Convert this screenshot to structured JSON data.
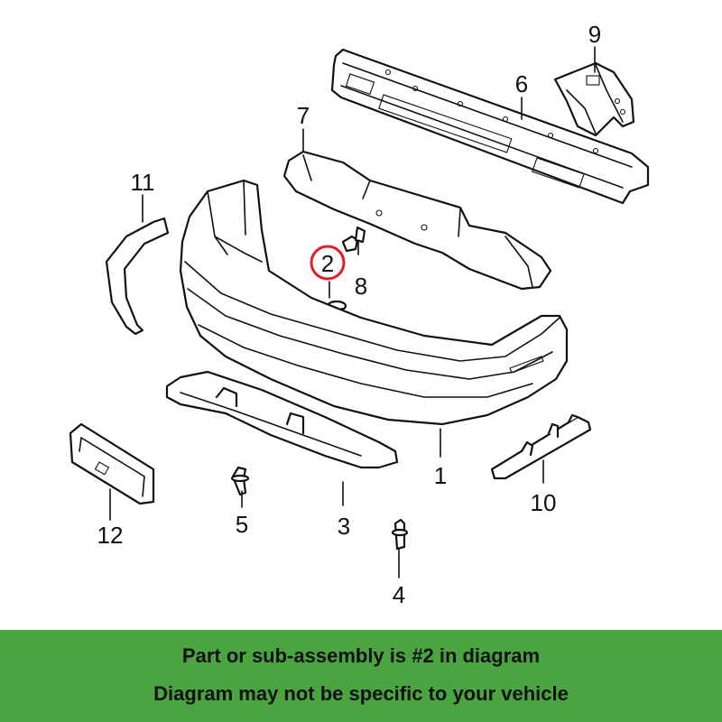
{
  "diagram": {
    "callouts": [
      "1",
      "2",
      "3",
      "4",
      "5",
      "6",
      "7",
      "8",
      "9",
      "10",
      "11",
      "12"
    ],
    "highlight": {
      "number": "2",
      "color": "#e31e24"
    }
  },
  "footer": {
    "line1": "Part or sub-assembly is #2 in diagram",
    "line2": "Diagram may not be specific to your vehicle",
    "background": "#4aa541"
  }
}
